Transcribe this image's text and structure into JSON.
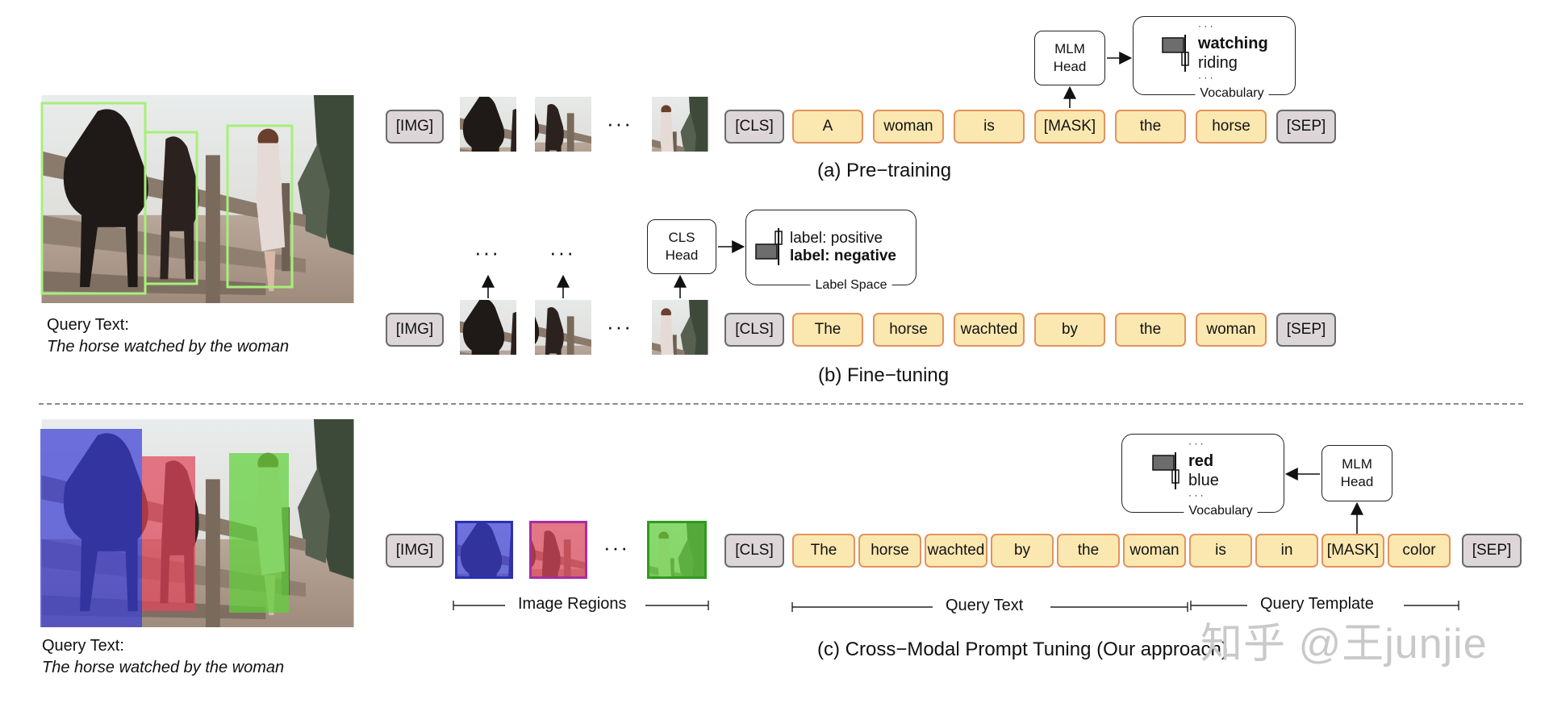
{
  "panel_a": {
    "caption": "(a) Pre−training",
    "img_token": "[IMG]",
    "tokens": [
      "[CLS]",
      "A",
      "woman",
      "is",
      "[MASK]",
      "the",
      "horse",
      "[SEP]"
    ],
    "head": {
      "line1": "MLM",
      "line2": "Head"
    },
    "vocab": {
      "dots_top": "· · ·",
      "word1": "watching",
      "word2": "riding",
      "dots_bottom": "· · ·",
      "label": "Vocabulary"
    },
    "ellipsis": "···"
  },
  "panel_b": {
    "caption": "(b) Fine−tuning",
    "img_token": "[IMG]",
    "tokens": [
      "[CLS]",
      "The",
      "horse",
      "wachted",
      "by",
      "the",
      "woman",
      "[SEP]"
    ],
    "head": {
      "line1": "CLS",
      "line2": "Head"
    },
    "labels": {
      "pos": "label: positive",
      "neg": "label: negative",
      "label": "Label Space"
    },
    "ellipsis": "···"
  },
  "panel_c": {
    "caption": "(c) Cross−Modal Prompt Tuning (Our approach)",
    "img_token": "[IMG]",
    "tokens": [
      "[CLS]",
      "The",
      "horse",
      "wachted",
      "by",
      "the",
      "woman",
      "is",
      "in",
      "[MASK]",
      "color",
      "[SEP]"
    ],
    "head": {
      "line1": "MLM",
      "line2": "Head"
    },
    "vocab": {
      "dots_top": "· · ·",
      "word1": "red",
      "word2": "blue",
      "dots_bottom": "· · ·",
      "label": "Vocabulary"
    },
    "spans": {
      "image_regions": "Image Regions",
      "query_text": "Query Text",
      "query_template": "Query Template"
    },
    "ellipsis": "···",
    "region_colors": [
      "#3b3fd6",
      "#e0475c",
      "#5fd13a"
    ]
  },
  "query_top": {
    "label": "Query Text:",
    "text": "The horse watched by the woman"
  },
  "query_bottom": {
    "label": "Query Text:",
    "text": "The horse watched by the woman"
  },
  "watermark": "知乎 @王junjie",
  "colors": {
    "text_token_fill": "#fbe8b0",
    "text_token_border": "#e3935f",
    "special_fill": "#ddd6d8",
    "special_border": "#6b6b6b",
    "box_green": "#a6f07a"
  }
}
